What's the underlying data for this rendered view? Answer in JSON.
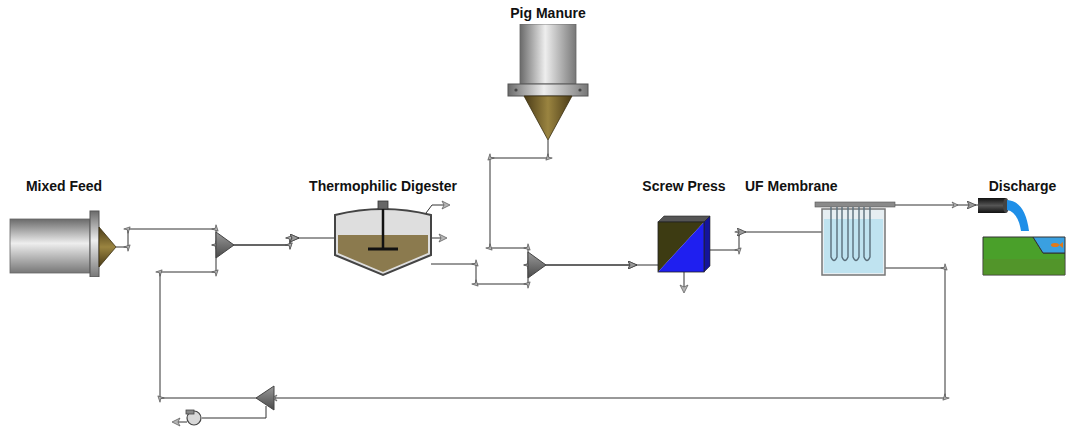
{
  "diagram": {
    "nodes": [
      {
        "text": [
          "Pig Manure"
        ]
      },
      {
        "text": [
          "Mixed Feed"
        ]
      },
      {
        "text": [
          "Thermophilic Digester"
        ]
      },
      {
        "text": [
          "Screw Press"
        ]
      },
      {
        "text": [
          "UF Membrane"
        ]
      },
      {
        "text": [
          "Discharge"
        ]
      }
    ],
    "edges": [
      {
        "from": 1,
        "to": 2,
        "arrow": "to"
      },
      {
        "from": 2,
        "to": 3,
        "arrow": "to"
      },
      {
        "from": 0,
        "to": 3,
        "arrow": "to"
      },
      {
        "from": 3,
        "to": 4,
        "arrow": "to"
      },
      {
        "from": 4,
        "to": 5,
        "arrow": "to"
      },
      {
        "from": 4,
        "to": 2,
        "arrow": "to"
      }
    ]
  }
}
